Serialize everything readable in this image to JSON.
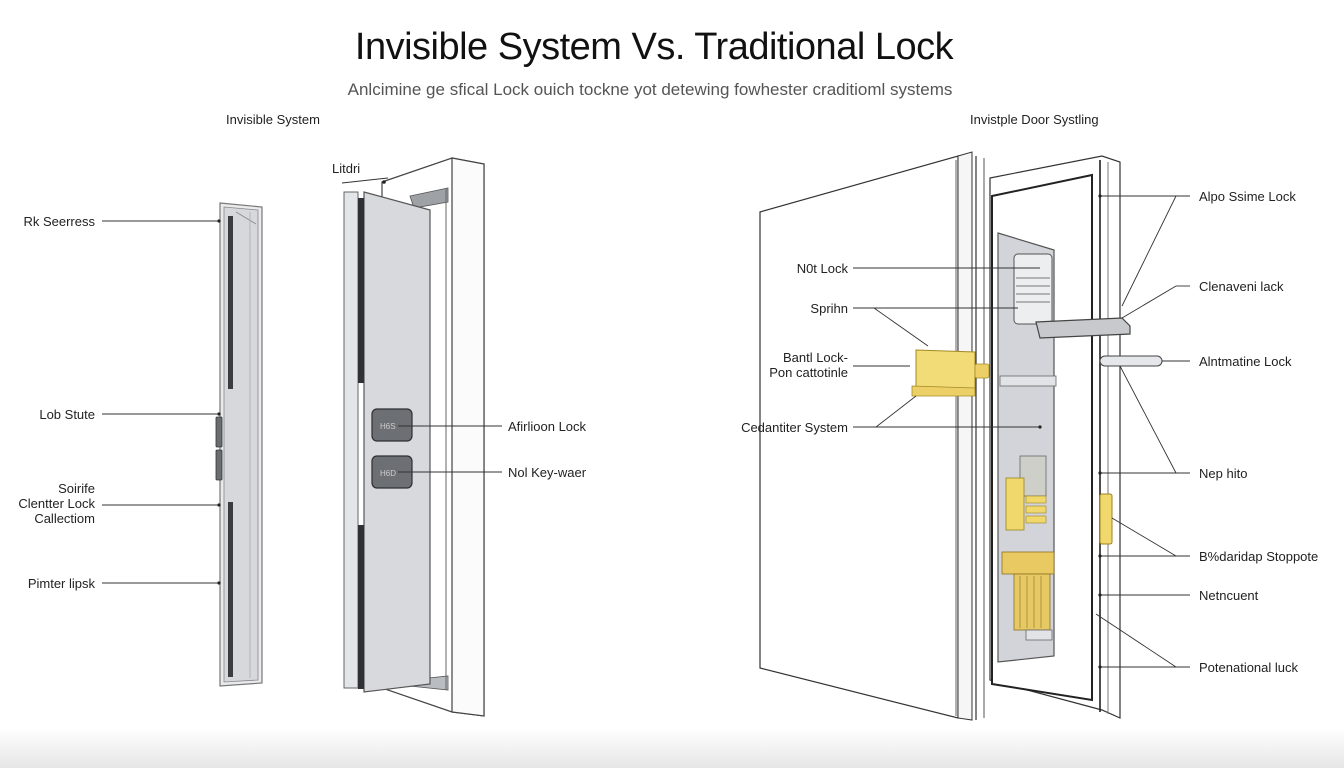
{
  "header": {
    "title": "Invisible System  Vs. Traditional Lock",
    "subtitle": "Anlcimine ge sfical Lock ouich tockne yot detewing fowhester craditioml systems"
  },
  "left_panel": {
    "section_title": "Invisible System",
    "door_top_label": "Litdri",
    "edge_labels": [
      {
        "id": "rk-seerress",
        "text": "Rk Seerress"
      },
      {
        "id": "lob-state",
        "text": "Lob Stute"
      },
      {
        "id": "center-lock",
        "lines": [
          "Soirife",
          "Clentter Lock",
          "Callectiom"
        ]
      },
      {
        "id": "pinter-lock",
        "text": "Pimter lipsk"
      }
    ],
    "button_labels": [
      {
        "id": "afirlioon-lock",
        "text": "Afirlioon Lock",
        "button_text": "H6S"
      },
      {
        "id": "nol-key-waer",
        "text": "Nol Key-waer",
        "button_text": "H6D"
      }
    ]
  },
  "right_panel": {
    "section_title": "Invistple Door Systling",
    "left_labels": [
      {
        "id": "not-lock",
        "text": "N0t Lock"
      },
      {
        "id": "sprihn",
        "text": "Sprihn"
      },
      {
        "id": "band-lock",
        "lines": [
          "Bantl Lock-",
          "Pon cattotinle"
        ]
      },
      {
        "id": "cedentiter-system",
        "text": "Cedantiter System"
      }
    ],
    "right_labels": [
      {
        "id": "alpo-saime-lock",
        "text": "Alpo Ssime Lock"
      },
      {
        "id": "clenavenl-lock",
        "text": "Clenaveni lack"
      },
      {
        "id": "alntmatine-lock",
        "text": "Alntmatine Lock"
      },
      {
        "id": "nep-hito",
        "text": "Nep hito"
      },
      {
        "id": "bxdaridap-stoppone",
        "text": "B%daridap Stoppote"
      },
      {
        "id": "netncuent",
        "text": "Netncuent"
      },
      {
        "id": "potenational-lock",
        "text": "Potenational luck"
      }
    ]
  },
  "colors": {
    "brass": "#f2dc78",
    "brass_dark": "#b89c2c",
    "steel": "#c9cbd0",
    "steel_dark": "#55585e",
    "panel": "#dfe1e5",
    "line": "#333333"
  }
}
